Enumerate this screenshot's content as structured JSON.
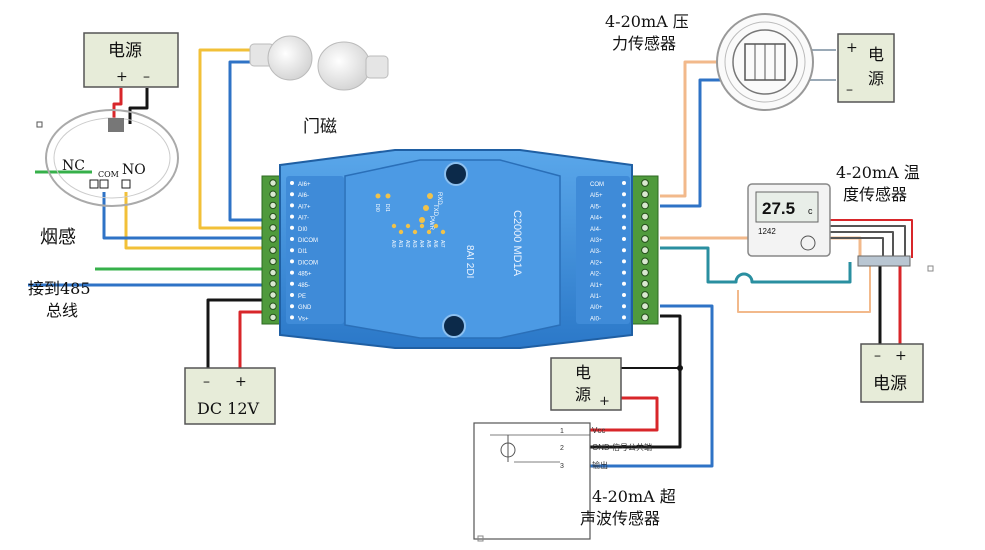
{
  "device": {
    "model": "C2000 MD1A",
    "channels": "8AI 2DI",
    "leds": [
      "RXD",
      "TXD",
      "PWR"
    ],
    "left_terminals": [
      "AI6+",
      "AI6-",
      "AI7+",
      "AI7-",
      "DI0",
      "DICOM",
      "DI1",
      "DICOM",
      "485+",
      "485-",
      "PE",
      "GND",
      "Vs+"
    ],
    "right_terminals": [
      "COM",
      "AI5+",
      "AI5-",
      "AI4+",
      "AI4-",
      "AI3+",
      "AI3-",
      "AI2+",
      "AI2-",
      "AI1+",
      "AI1-",
      "AI0+",
      "AI0-"
    ],
    "di_labels": [
      "DI0",
      "DI1"
    ],
    "ai_labels": [
      "AI0",
      "AI1",
      "AI2",
      "AI3",
      "AI4",
      "AI5",
      "AI6",
      "AI7"
    ]
  },
  "power_top_left": {
    "title": "电源",
    "plus": "+",
    "minus": "–"
  },
  "smoke_sensor": {
    "label": "烟感",
    "nc": "NC",
    "com": "COM",
    "no": "NO"
  },
  "door_magnet": {
    "label": "门磁"
  },
  "rs485": {
    "line1": "接到485",
    "line2": "总线"
  },
  "dc_supply": {
    "minus": "–",
    "plus": "+",
    "label": "DC 12V"
  },
  "pressure_sensor": {
    "line1": "4-20mA 压",
    "line2": "力传感器"
  },
  "pressure_power": {
    "plus": "+",
    "minus": "–",
    "line1": "电",
    "line2": "源"
  },
  "temperature_sensor": {
    "line1": "4-20mA 温",
    "line2": "度传感器",
    "reading": "27.5",
    "unit": "c",
    "sub": "1242"
  },
  "temperature_power": {
    "minus": "–",
    "plus": "+",
    "label": "电源"
  },
  "ultrasonic_power": {
    "line1": "电",
    "line2": "源",
    "plus": "+"
  },
  "ultrasonic_box": {
    "pins": [
      "1",
      "2",
      "3"
    ],
    "pin_labels": [
      "Vcc",
      "GND 信号公共端",
      "输出"
    ]
  },
  "ultrasonic_sensor": {
    "line1": "4-20mA 超",
    "line2": "声波传感器"
  },
  "colors": {
    "yellow": "#f2c038",
    "blue": "#2f73c6",
    "red": "#d8262a",
    "black": "#151515",
    "green": "#36b04a",
    "orange": "#f2b98b",
    "device": "#3d8fdc"
  }
}
